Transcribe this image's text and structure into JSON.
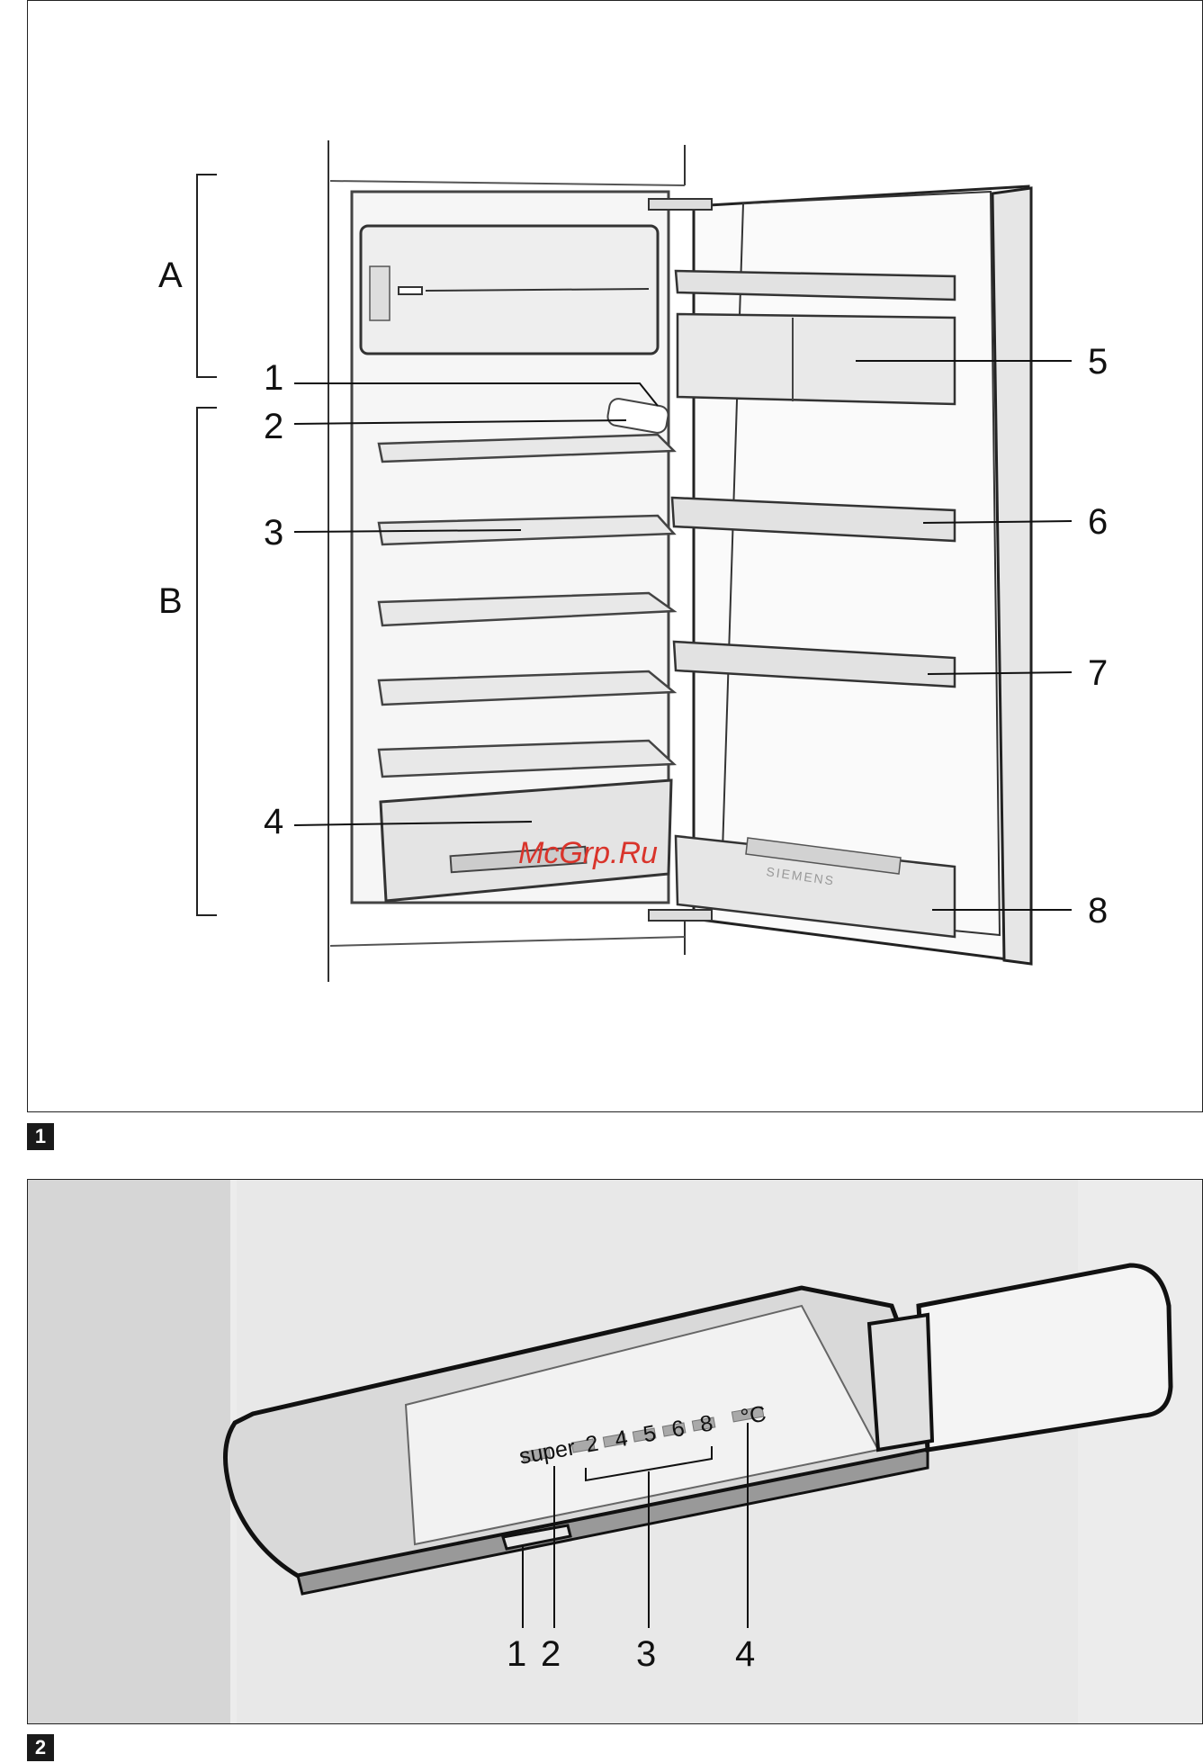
{
  "figure1": {
    "number": "1",
    "sections": {
      "a": "A",
      "b": "B"
    },
    "callouts": [
      "1",
      "2",
      "3",
      "4",
      "5",
      "6",
      "7",
      "8"
    ],
    "watermark": "McGrp.Ru",
    "brand": "SIEMENS"
  },
  "figure2": {
    "number": "2",
    "panel_labels": {
      "super": "super",
      "l2": "2",
      "l4": "4",
      "l5": "5",
      "l6": "6",
      "l8": "8",
      "celsius": "°C"
    },
    "callouts": [
      "1",
      "2",
      "3",
      "4"
    ]
  }
}
